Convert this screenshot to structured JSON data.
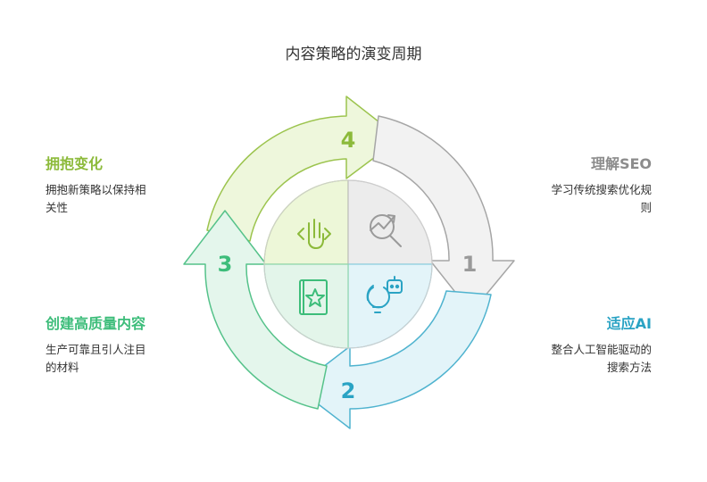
{
  "title": "内容策略的演变周期",
  "steps": [
    {
      "number": "1",
      "title": "理解SEO",
      "desc_line1": "学习传统搜索优化规",
      "desc_line2": "则",
      "color": "#8c8c8c",
      "icon": "search-chart-icon"
    },
    {
      "number": "2",
      "title": "适应AI",
      "desc_line1": "整合人工智能驱动的",
      "desc_line2": "搜索方法",
      "color": "#2aa3c4",
      "icon": "bulb-robot-icon"
    },
    {
      "number": "3",
      "title": "创建高质量内容",
      "desc_line1": "生产可靠且引人注目",
      "desc_line2": "的材料",
      "color": "#3dbd7a",
      "icon": "star-book-icon"
    },
    {
      "number": "4",
      "title": "拥抱变化",
      "desc_line1": "拥抱新策略以保持相",
      "desc_line2": "关性",
      "color": "#8cba3a",
      "icon": "hand-swipe-icon"
    }
  ]
}
